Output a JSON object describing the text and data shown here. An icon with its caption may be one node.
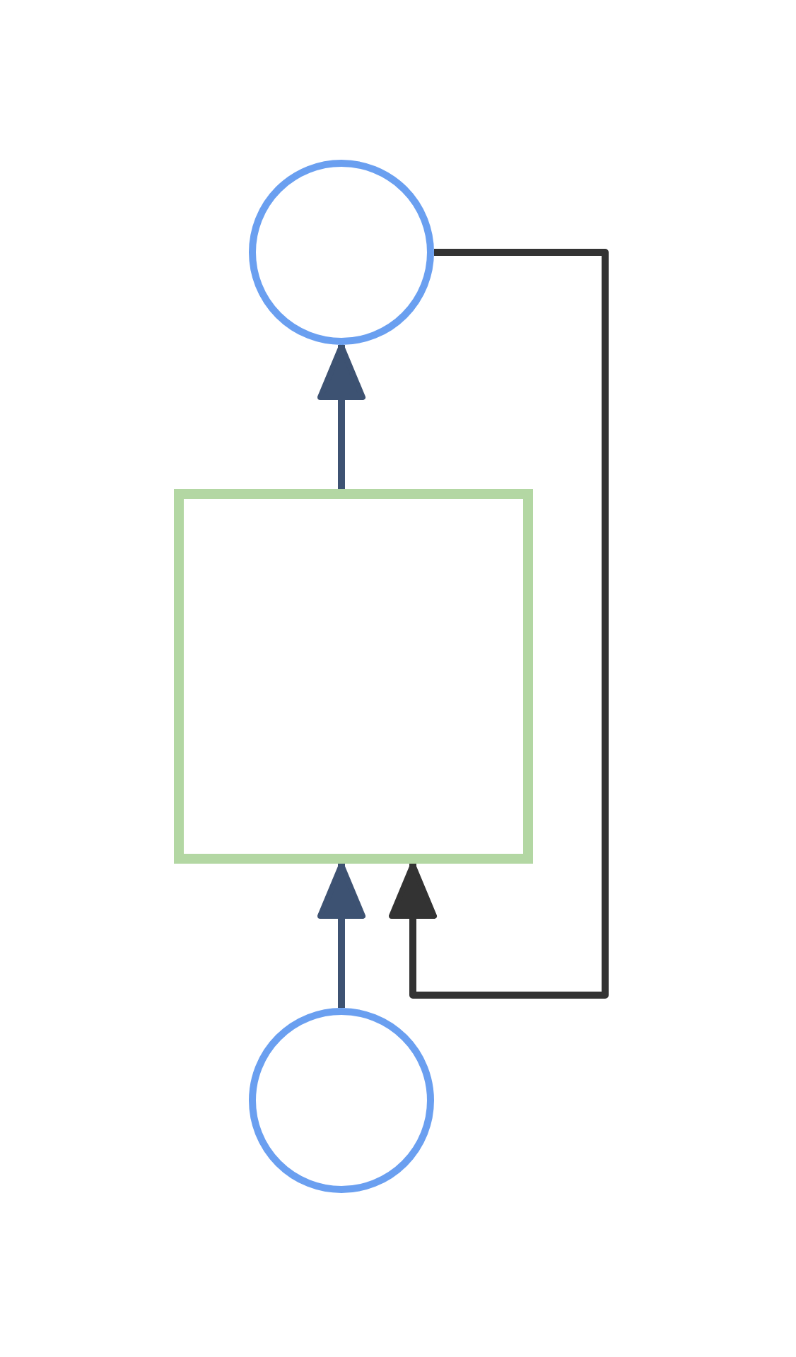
{
  "diagram": {
    "nodes": [
      {
        "text": [],
        "shape": "circle"
      },
      {
        "text": [],
        "shape": "box"
      },
      {
        "text": [],
        "shape": "circle"
      }
    ],
    "edges": [
      {
        "from": 1,
        "to": 0,
        "arrow": "to"
      },
      {
        "from": 2,
        "to": 1,
        "arrow": "to"
      },
      {
        "from": 0,
        "to": 1,
        "arrow": "to",
        "color": "#333333"
      }
    ]
  }
}
